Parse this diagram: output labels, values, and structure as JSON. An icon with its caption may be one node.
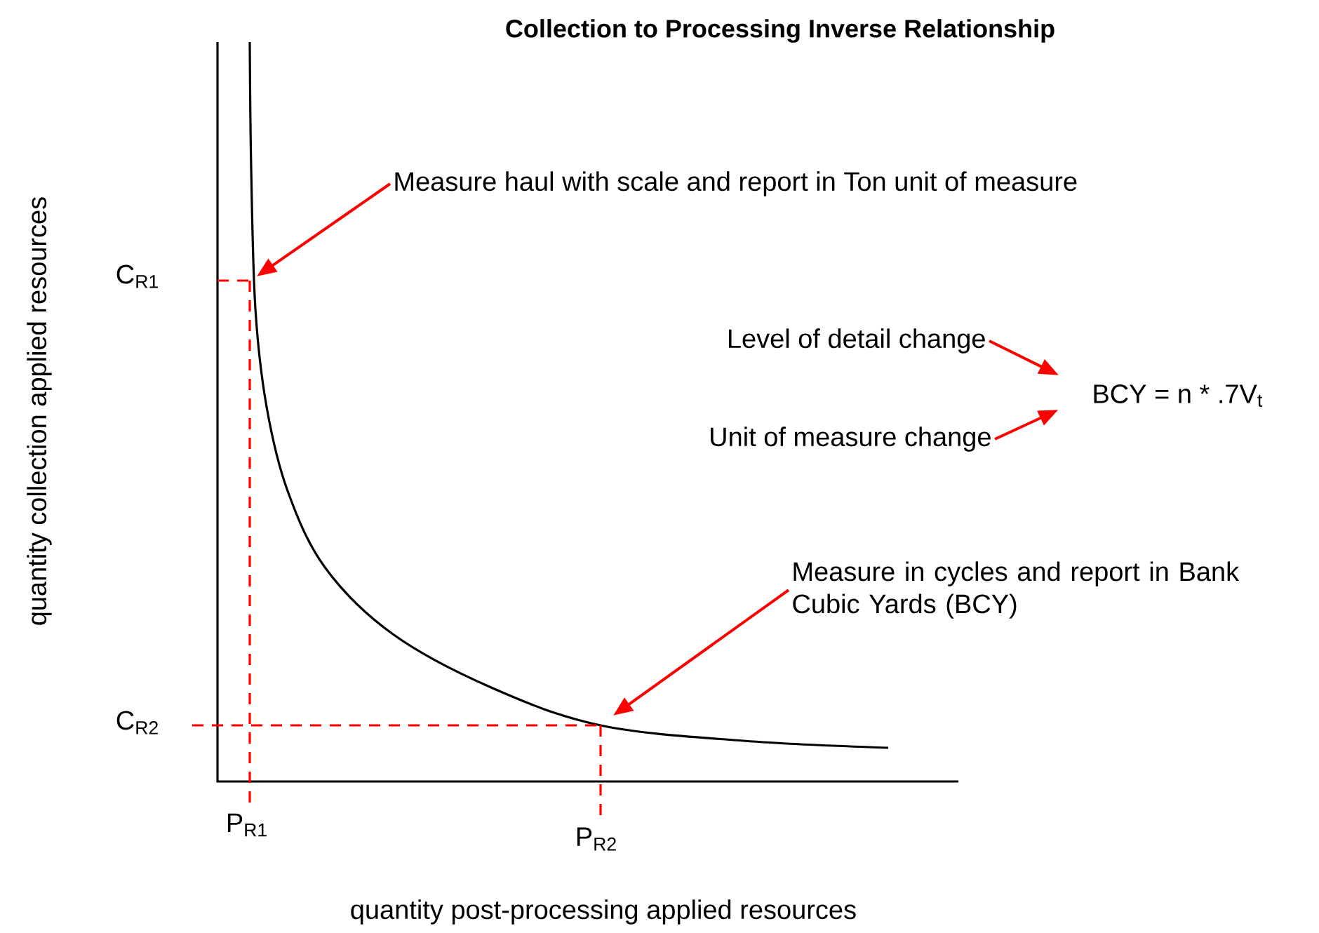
{
  "diagram": {
    "title": "Collection to Processing Inverse Relationship",
    "nodes": [
      {
        "text": [
          "Measure haul with scale and report in Ton unit of measure"
        ]
      },
      {
        "text": [
          "Measure in cycles and report in Bank Cubic Yards (BCY)"
        ]
      },
      {
        "text": [
          "Level of detail change"
        ]
      },
      {
        "text": [
          "Unit of measure change"
        ]
      },
      {
        "text": [
          "BCY = n * .7V$_{t}$"
        ]
      }
    ],
    "edges": [
      {
        "from": 0,
        "to": null,
        "arrow": "to"
      },
      {
        "from": 1,
        "to": null,
        "arrow": "to"
      },
      {
        "from": 2,
        "to": 4,
        "arrow": "to"
      },
      {
        "from": 3,
        "to": 4,
        "arrow": "to"
      }
    ],
    "labels": [
      "C$_{R1}$",
      "C$_{R2}$",
      "P$_{R1}$",
      "P$_{R2}$",
      "quantity collection applied resources",
      "quantity post-processing applied resources"
    ]
  }
}
